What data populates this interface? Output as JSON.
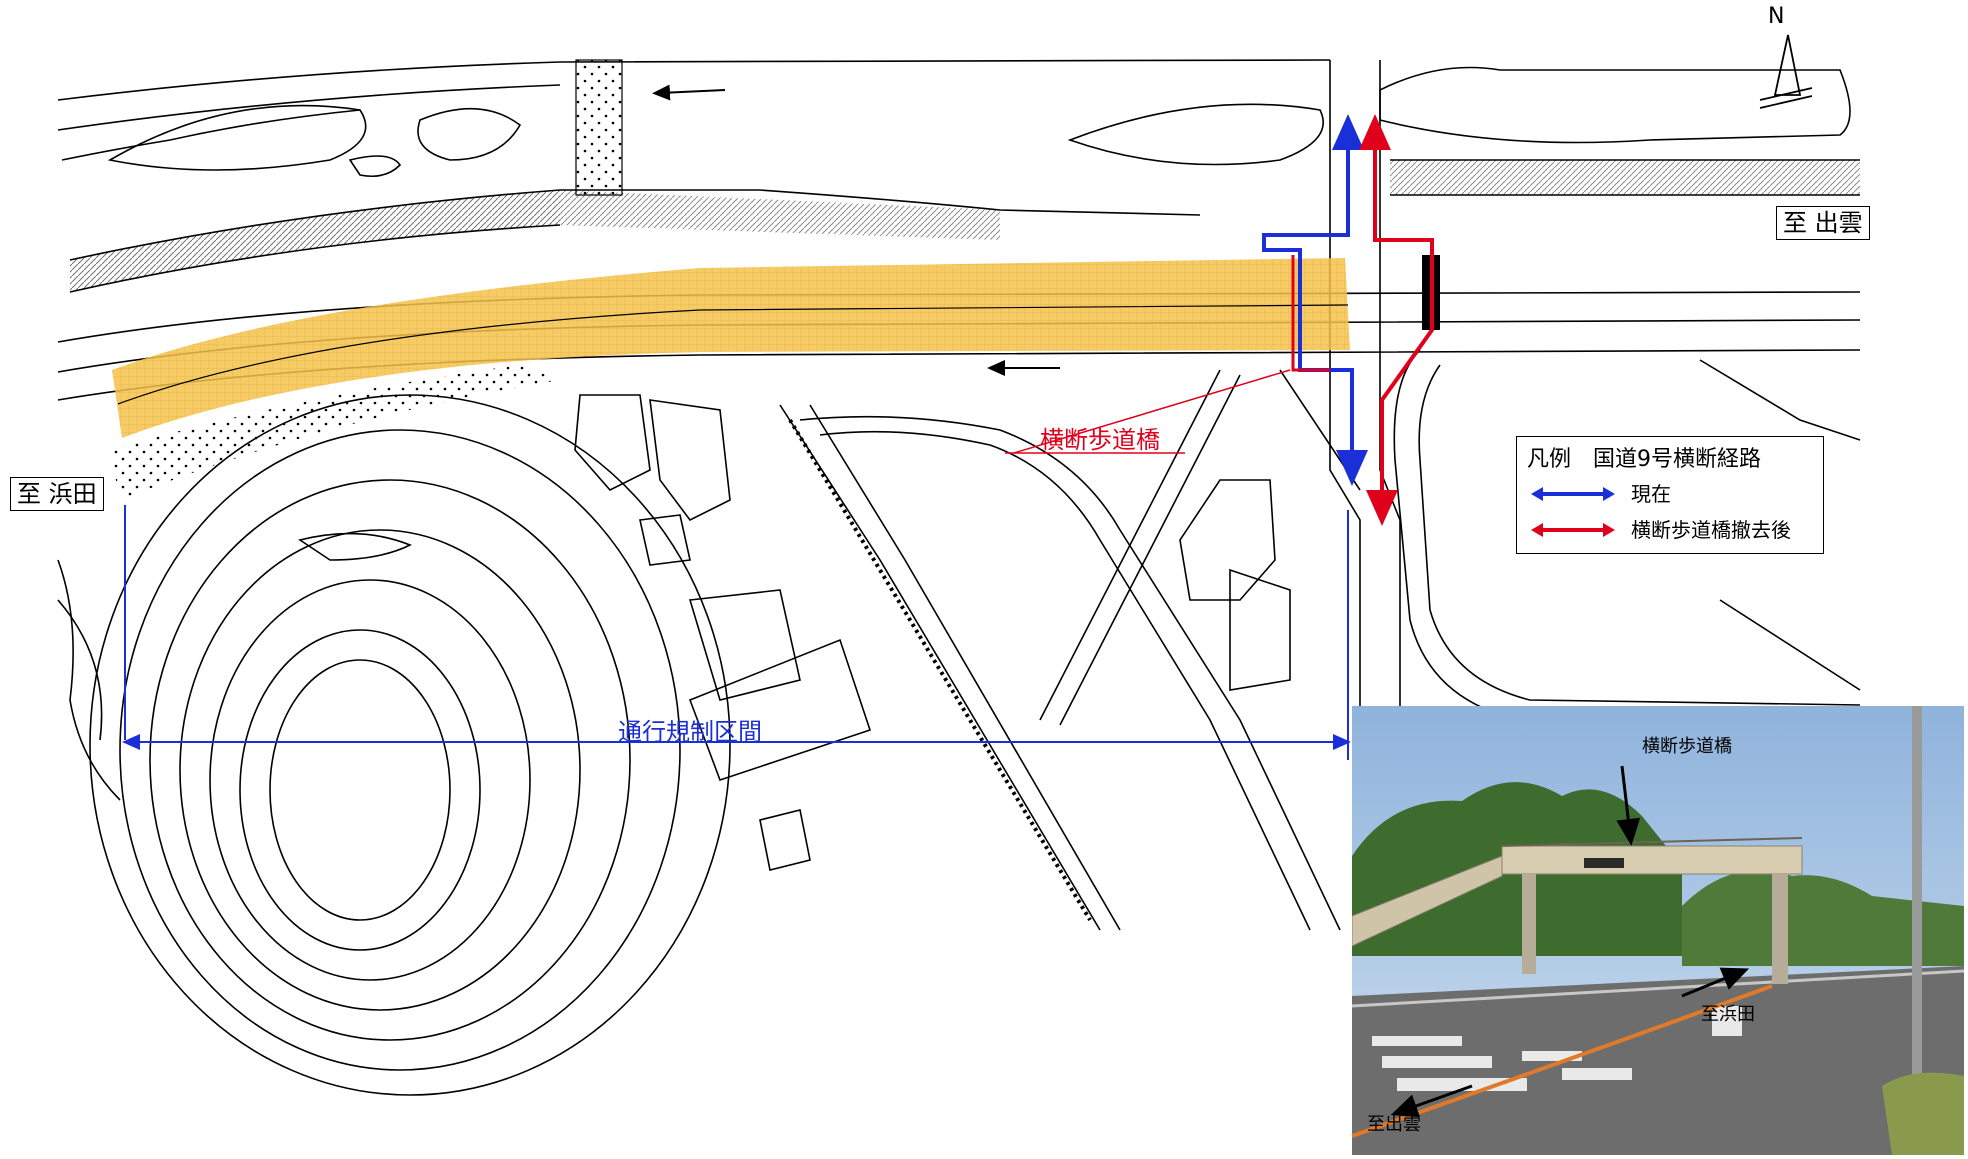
{
  "map": {
    "north_label": "N",
    "destination_east": "至 出雲",
    "destination_west": "至 浜田",
    "bridge_label": "横断歩道橋",
    "restricted_section_label": "通行規制区間",
    "route_colors": {
      "current": "#1a2fd8",
      "after_removal": "#e0001b"
    },
    "highlight_color": "#f5c24a"
  },
  "legend": {
    "title": "凡例　国道9号横断経路",
    "items": [
      {
        "label": "現在",
        "color": "#1a2fd8"
      },
      {
        "label": "横断歩道橋撤去後",
        "color": "#e0001b"
      }
    ]
  },
  "photo": {
    "bridge_label": "横断歩道橋",
    "to_hamada": "至浜田",
    "to_izumo": "至出雲"
  }
}
